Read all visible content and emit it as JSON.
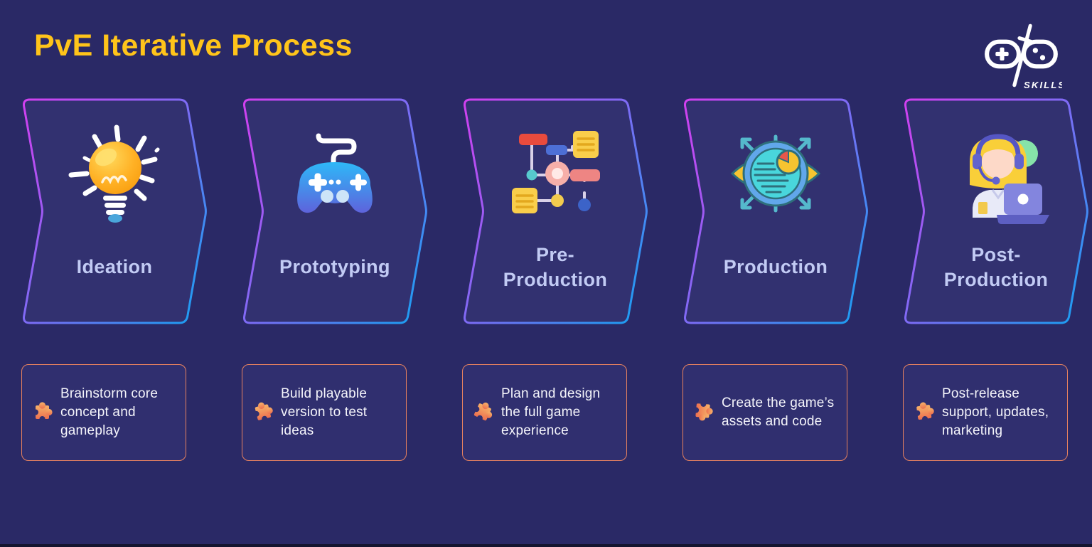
{
  "header": {
    "title": "PvE Iterative Process"
  },
  "logo": {
    "brand": "GD Skills",
    "subtext": "SKILLS"
  },
  "stages": [
    {
      "label_lines": [
        "Ideation",
        ""
      ],
      "icon": "lightbulb-icon",
      "description": "Brainstorm core concept and gameplay"
    },
    {
      "label_lines": [
        "Prototyping",
        ""
      ],
      "icon": "gamepad-icon",
      "description": "Build playable version to test ideas"
    },
    {
      "label_lines": [
        "Pre-",
        "Production"
      ],
      "icon": "flowchart-icon",
      "description": "Plan and design the full game experience"
    },
    {
      "label_lines": [
        "Production",
        ""
      ],
      "icon": "eye-analytics-icon",
      "description": "Create the game’s assets and code"
    },
    {
      "label_lines": [
        "Post-",
        "Production"
      ],
      "icon": "support-agent-icon",
      "description": "Post-release support, updates, marketing"
    }
  ],
  "colors": {
    "background": "#2A2966",
    "card_fill": "#323170",
    "card_border_start": "#D33FF0",
    "card_border_end": "#1E9DF2",
    "title": "#FFC41A",
    "stage_label": "#C2CBF4",
    "desc_border": "#E8825F",
    "desc_text": "#F5F5FB",
    "puzzle_start": "#F6B269",
    "puzzle_end": "#ED6F4F"
  }
}
